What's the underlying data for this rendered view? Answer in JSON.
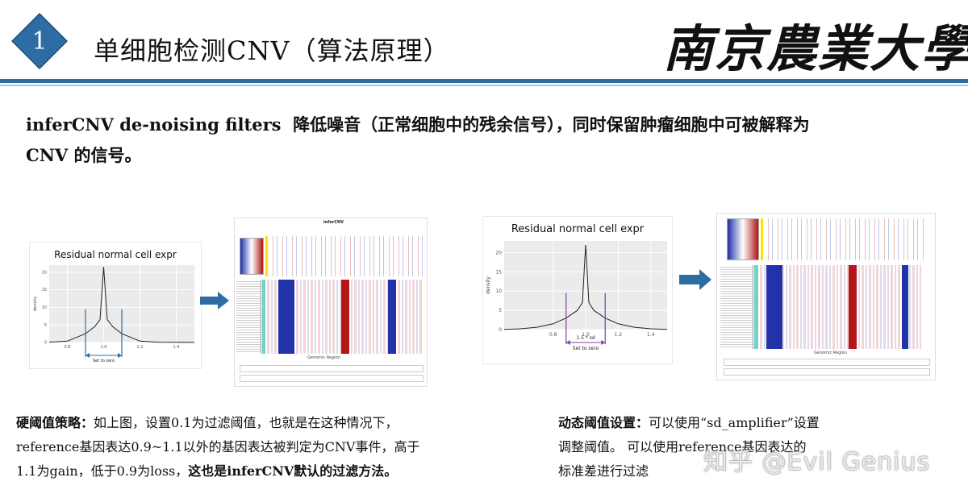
{
  "header": {
    "badge_number": "1",
    "title": "单细胞检测CNV（算法原理）",
    "logo_text": "南京農業大學",
    "colors": {
      "badge": "#2e6da4",
      "rule": "#2e6da4"
    }
  },
  "intro": {
    "line1_en": "inferCNV de-noising filters",
    "line1_cn": "降低噪音（正常细胞中的残余信号），同时保留肿瘤细胞中可被解释为",
    "line2": "CNV 的信号。"
  },
  "charts": [
    {
      "title": "Residual normal cell expr",
      "ylabel": "density",
      "annotation": "Set to zero",
      "x_ticks": [
        "0.8",
        "1.0",
        "1.2",
        "1.4"
      ],
      "y_ticks": [
        "0",
        "5",
        "10",
        "15",
        "20"
      ],
      "threshold_lines": [
        0.9,
        1.1
      ],
      "line_color": "#2e6da4"
    },
    {
      "title": "Residual normal cell expr",
      "ylabel": "density",
      "annotation": "1.5 * sd",
      "annotation2": "Set to zero",
      "x_ticks": [
        "0.8",
        "1.0",
        "1.2",
        "1.4"
      ],
      "y_ticks": [
        "0",
        "5",
        "10",
        "15",
        "20"
      ],
      "threshold_lines": [
        0.88,
        1.12
      ],
      "line_color": "#7b3fa6"
    }
  ],
  "chart_data": [
    {
      "type": "line",
      "title": "Residual normal cell expr",
      "xlabel": "",
      "ylabel": "density",
      "xlim": [
        0.7,
        1.5
      ],
      "ylim": [
        0,
        22
      ],
      "x": [
        0.7,
        0.8,
        0.9,
        0.95,
        0.98,
        1.0,
        1.02,
        1.05,
        1.1,
        1.2,
        1.3,
        1.4,
        1.5
      ],
      "series": [
        {
          "values": [
            0.1,
            0.4,
            2.5,
            4.5,
            6.5,
            21.5,
            6.5,
            4.5,
            2.5,
            0.4,
            0.1,
            0.05,
            0.02
          ]
        }
      ],
      "vlines": [
        0.9,
        1.1
      ],
      "grid": true
    },
    {
      "type": "line",
      "title": "Residual normal cell expr",
      "xlabel": "",
      "ylabel": "density",
      "xlim": [
        0.5,
        1.5
      ],
      "ylim": [
        0,
        23
      ],
      "x": [
        0.5,
        0.6,
        0.7,
        0.8,
        0.88,
        0.95,
        0.98,
        1.0,
        1.02,
        1.05,
        1.12,
        1.2,
        1.3,
        1.4,
        1.5
      ],
      "series": [
        {
          "values": [
            0.05,
            0.2,
            0.6,
            1.5,
            3.0,
            5.0,
            7.0,
            22.0,
            7.0,
            5.0,
            3.0,
            1.5,
            0.6,
            0.2,
            0.05
          ]
        }
      ],
      "vlines": [
        0.88,
        1.12
      ],
      "grid": true
    }
  ],
  "heatmaps": [
    {
      "title": "inferCNV",
      "xlabel": "Genomic Region"
    },
    {
      "title": "",
      "xlabel": "Genomic Region"
    }
  ],
  "captions": {
    "left": {
      "heading": "硬阈值策略：",
      "body1": "如上图，设置0.1为过滤阈值，也就是在这种情况下，",
      "body2": "reference基因表达0.9~1.1以外的基因表达被判定为CNV事件，高于",
      "body3a": "1.1为gain，低于0.9为loss，",
      "body3b": "这也是inferCNV默认的过滤方法。"
    },
    "right": {
      "heading": "动态阈值设置：",
      "body1": "可以使用“sd_amplifier”设置",
      "body2": "调整阈值。 可以使用reference基因表达的",
      "body3": "标准差进行过滤"
    }
  },
  "watermark": "知乎 @Evil Genius"
}
